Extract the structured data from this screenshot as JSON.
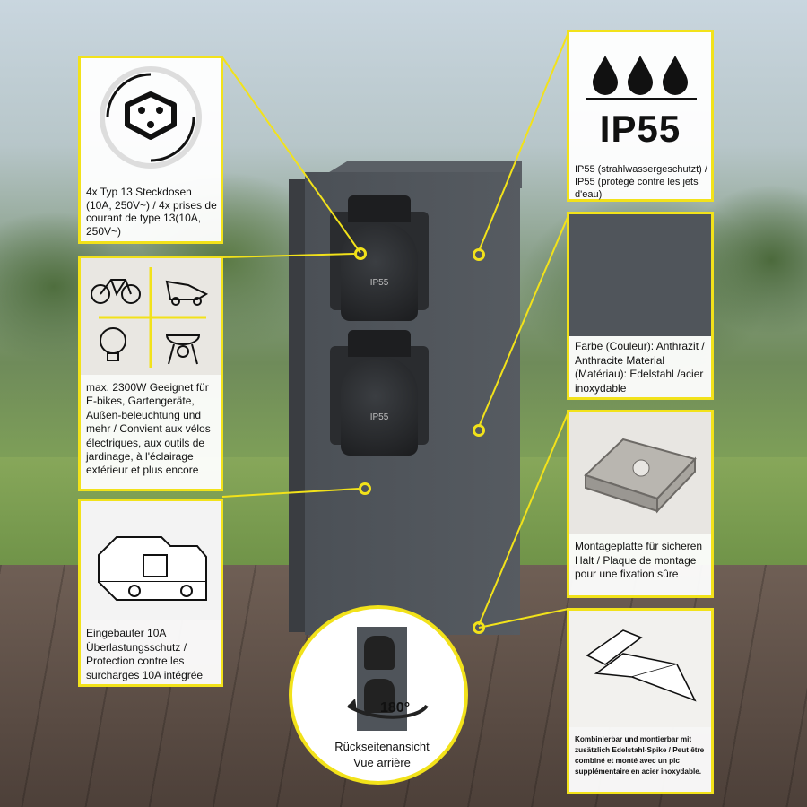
{
  "sockets_label": "IP55",
  "ip_rating": {
    "headline": "IP55",
    "caption": "IP55 (strahlwassergeschutzt) / IP55 (protégé contre les jets d'eau)"
  },
  "socket_type": {
    "caption": "4x Typ 13 Steckdosen (10A, 250V~) / 4x prises de courant de type 13(10A, 250V~)"
  },
  "usage": {
    "caption": "max. 2300W Geeignet für E-bikes, Gartengeräte, Außen-beleuchtung und mehr / Convient aux vélos électriques, aux outils de jardinage, à l'éclairage extérieur et plus encore"
  },
  "color_material": {
    "caption": "Farbe (Couleur): Anthrazit / Anthracite Material (Matériau): Edelstahl /acier inoxydable"
  },
  "mounting_plate": {
    "caption": "Montageplatte für sicheren Halt / Plaque de montage pour une fixation sûre"
  },
  "protection": {
    "caption": "Eingebauter 10A Überlastungsschutz / Protection contre les surcharges 10A intégrée"
  },
  "spike": {
    "caption": "Kombinierbar und montierbar mit zusätzlich Edelstahl-Spike / Peut être combiné et monté avec un pic supplémentaire en acier inoxydable."
  },
  "rear_view": {
    "rotation": "180°",
    "caption_de": "Rückseitenansicht",
    "caption_fr": "Vue arrière"
  },
  "colors": {
    "accent": "#f2e21a",
    "body": "#4f545a"
  }
}
